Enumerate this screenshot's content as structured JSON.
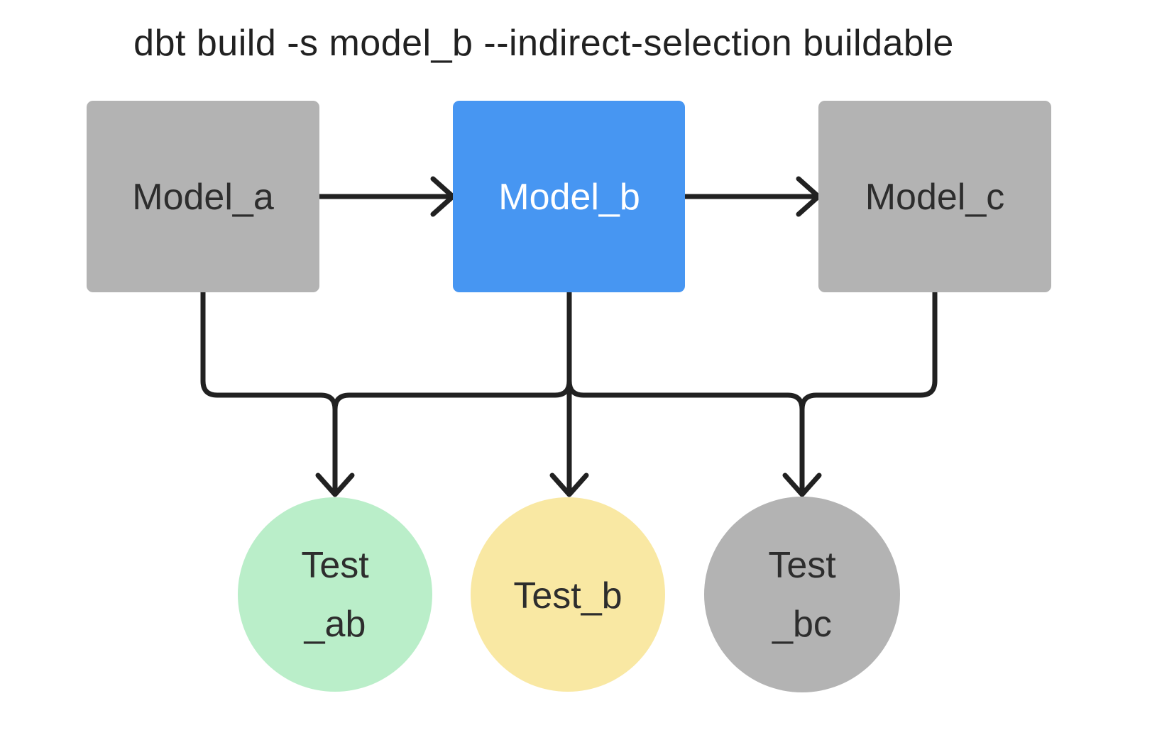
{
  "title": "dbt build -s model_b --indirect-selection buildable",
  "colors": {
    "background": "#ffffff",
    "line": "#212121",
    "title_text": "#212121",
    "selected_blue": "#4796f2",
    "unselected_gray": "#b3b3b3",
    "test_green": "#baeec9",
    "test_yellow": "#f9e8a3",
    "dark_text": "#2d2d2d",
    "light_text": "#ffffff"
  },
  "nodes": {
    "model_a": {
      "label": "Model_a",
      "fill": "#b3b3b3",
      "text_color": "#2d2d2d"
    },
    "model_b": {
      "label": "Model_b",
      "fill": "#4796f2",
      "text_color": "#ffffff"
    },
    "model_c": {
      "label": "Model_c",
      "fill": "#b3b3b3",
      "text_color": "#2d2d2d"
    },
    "test_ab": {
      "label_line1": "Test",
      "label_line2": "_ab",
      "fill": "#baeec9",
      "text_color": "#2d2d2d"
    },
    "test_b": {
      "label_line1": "Test_b",
      "label_line2": "",
      "fill": "#f9e8a3",
      "text_color": "#2d2d2d"
    },
    "test_bc": {
      "label_line1": "Test",
      "label_line2": "_bc",
      "fill": "#b3b3b3",
      "text_color": "#2d2d2d"
    }
  },
  "edges": [
    {
      "from": "model_a",
      "to": "model_b"
    },
    {
      "from": "model_b",
      "to": "model_c"
    },
    {
      "from": "model_a",
      "to": "test_ab"
    },
    {
      "from": "model_b",
      "to": "test_ab"
    },
    {
      "from": "model_b",
      "to": "test_b"
    },
    {
      "from": "model_b",
      "to": "test_bc"
    },
    {
      "from": "model_c",
      "to": "test_bc"
    }
  ]
}
